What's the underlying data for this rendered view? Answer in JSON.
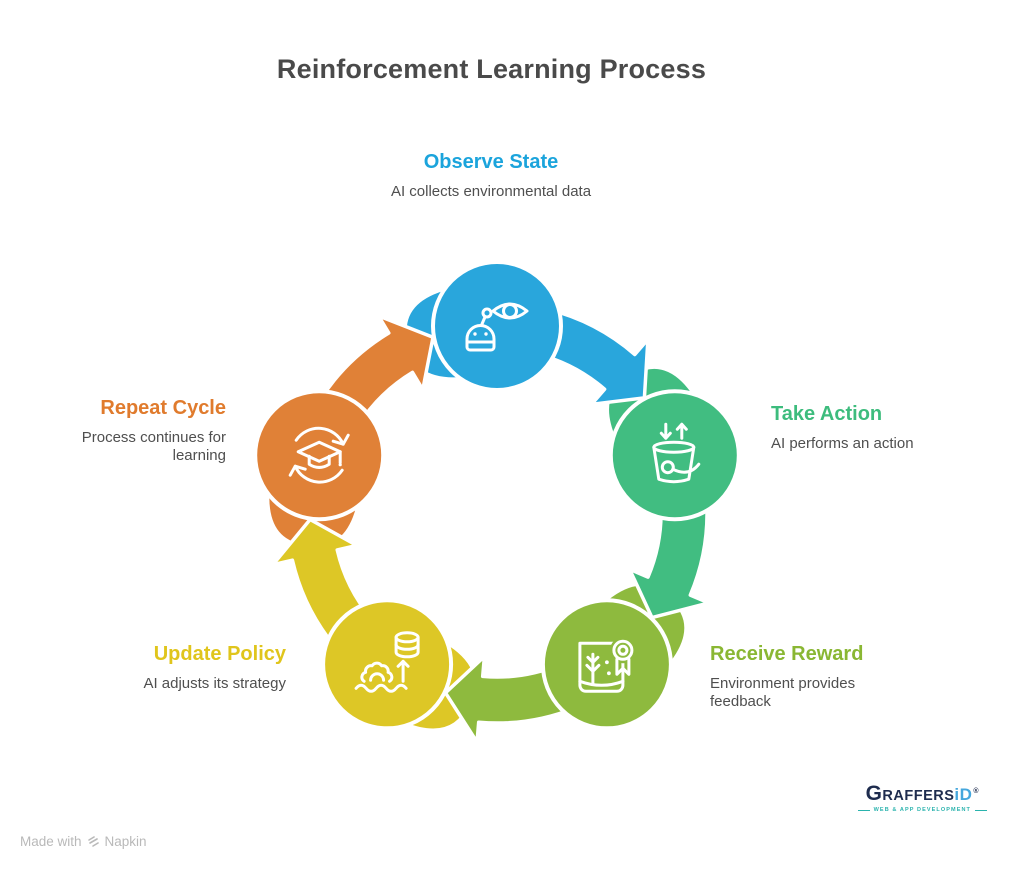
{
  "page": {
    "title": "Reinforcement Learning Process"
  },
  "diagram": {
    "nodes": [
      {
        "id": "observe-state",
        "title": "Observe State",
        "description": "AI collects environmental data",
        "color": "#29a6dc",
        "text_color": "#1ba4dc",
        "icon": "robot-eye-icon"
      },
      {
        "id": "take-action",
        "title": "Take Action",
        "description": "AI performs an action",
        "color": "#41bd81",
        "text_color": "#3dbc7d",
        "icon": "bucket-arrows-icon"
      },
      {
        "id": "receive-reward",
        "title": "Receive Reward",
        "description": "Environment provides feedback",
        "color": "#8eba3e",
        "text_color": "#8ab733",
        "icon": "award-picture-icon"
      },
      {
        "id": "update-policy",
        "title": "Update Policy",
        "description": "AI adjusts its strategy",
        "color": "#ddc726",
        "text_color": "#e0c51c",
        "icon": "gear-database-icon"
      },
      {
        "id": "repeat-cycle",
        "title": "Repeat Cycle",
        "description": "Process continues for learning",
        "color": "#e08137",
        "text_color": "#e07b2d",
        "icon": "graduation-cycle-icon"
      }
    ]
  },
  "footer": {
    "made_with": "Made with",
    "brand": "Napkin"
  },
  "logo": {
    "g": "G",
    "rest": "RAFFERS",
    "id_part": "iD",
    "registered": "®",
    "tagline": "WEB & APP DEVELOPMENT"
  }
}
